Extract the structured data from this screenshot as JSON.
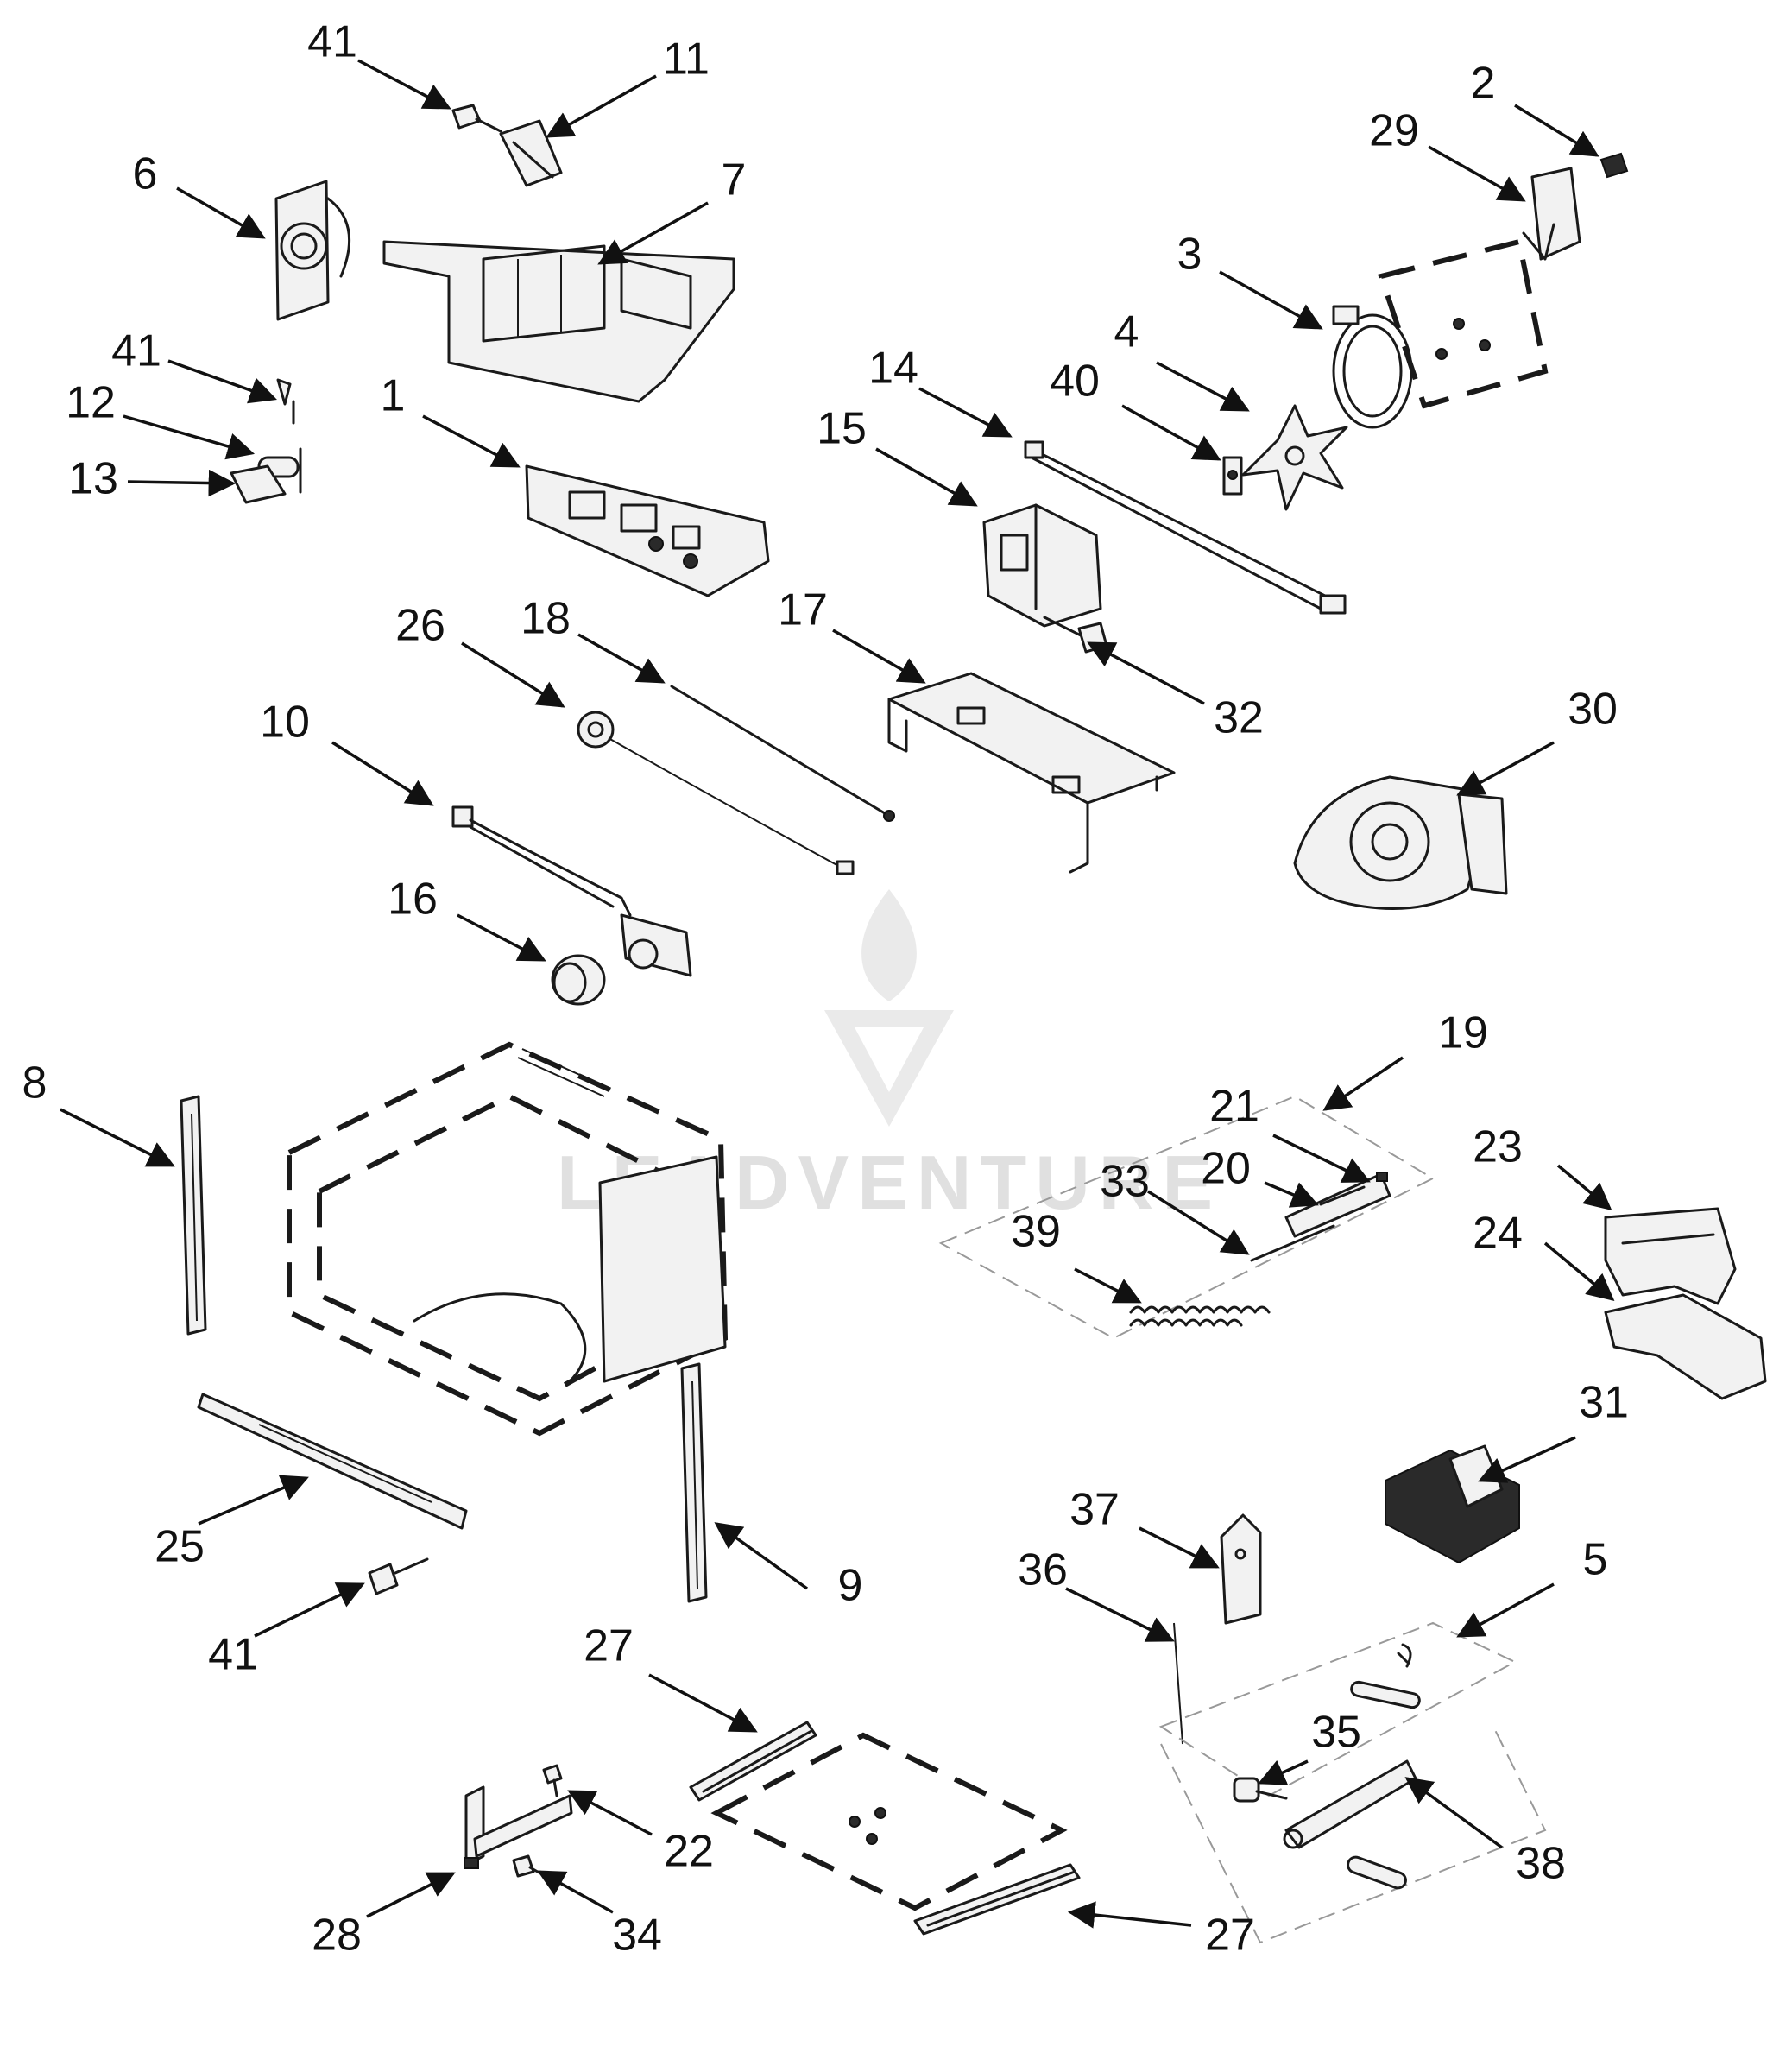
{
  "diagram": {
    "callouts": [
      {
        "id": "c41a",
        "label": "41"
      },
      {
        "id": "c11",
        "label": "11"
      },
      {
        "id": "c6",
        "label": "6"
      },
      {
        "id": "c7",
        "label": "7"
      },
      {
        "id": "c41b",
        "label": "41"
      },
      {
        "id": "c12",
        "label": "12"
      },
      {
        "id": "c13",
        "label": "13"
      },
      {
        "id": "c1",
        "label": "1"
      },
      {
        "id": "c2",
        "label": "2"
      },
      {
        "id": "c29",
        "label": "29"
      },
      {
        "id": "c3",
        "label": "3"
      },
      {
        "id": "c4",
        "label": "4"
      },
      {
        "id": "c40",
        "label": "40"
      },
      {
        "id": "c14",
        "label": "14"
      },
      {
        "id": "c15",
        "label": "15"
      },
      {
        "id": "c32",
        "label": "32"
      },
      {
        "id": "c17",
        "label": "17"
      },
      {
        "id": "c18",
        "label": "18"
      },
      {
        "id": "c26",
        "label": "26"
      },
      {
        "id": "c10",
        "label": "10"
      },
      {
        "id": "c16",
        "label": "16"
      },
      {
        "id": "c30",
        "label": "30"
      },
      {
        "id": "c19",
        "label": "19"
      },
      {
        "id": "c21",
        "label": "21"
      },
      {
        "id": "c20",
        "label": "20"
      },
      {
        "id": "c33",
        "label": "33"
      },
      {
        "id": "c39",
        "label": "39"
      },
      {
        "id": "c23",
        "label": "23"
      },
      {
        "id": "c24",
        "label": "24"
      },
      {
        "id": "c8",
        "label": "8"
      },
      {
        "id": "c25",
        "label": "25"
      },
      {
        "id": "c9",
        "label": "9"
      },
      {
        "id": "c41c",
        "label": "41"
      },
      {
        "id": "c31",
        "label": "31"
      },
      {
        "id": "c37",
        "label": "37"
      },
      {
        "id": "c36",
        "label": "36"
      },
      {
        "id": "c5",
        "label": "5"
      },
      {
        "id": "c35",
        "label": "35"
      },
      {
        "id": "c38",
        "label": "38"
      },
      {
        "id": "c27a",
        "label": "27"
      },
      {
        "id": "c22",
        "label": "22"
      },
      {
        "id": "c28",
        "label": "28"
      },
      {
        "id": "c34",
        "label": "34"
      },
      {
        "id": "c27b",
        "label": "27"
      }
    ],
    "watermark": "LEADVENTURE",
    "colors": {
      "line": "#1a1a1a",
      "background": "#ffffff",
      "watermark": "#d9d9d9"
    }
  }
}
